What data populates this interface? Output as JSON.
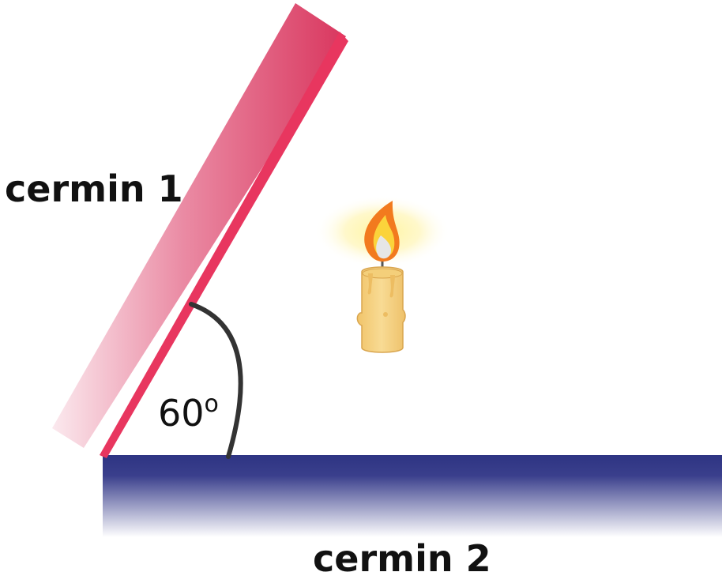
{
  "labels": {
    "mirror_1": "cermin 1",
    "mirror_2": "cermin 2",
    "angle_value": "60",
    "angle_unit": "o"
  },
  "colors": {
    "mirror_1": "#e8365f",
    "mirror_1_light": "#f7dbe3",
    "mirror_2": "#2e3483",
    "mirror_2_light": "#ffffff",
    "arc": "#333333",
    "candle_body": "#f6d487",
    "candle_outline": "#d9a54e",
    "flame_outer": "#f27a1e",
    "flame_inner": "#fbd33b",
    "flame_core": "#ececec",
    "glow": "#fff3a0"
  },
  "figure": {
    "angle_between_mirrors_deg": 60,
    "object": "candle-icon"
  }
}
